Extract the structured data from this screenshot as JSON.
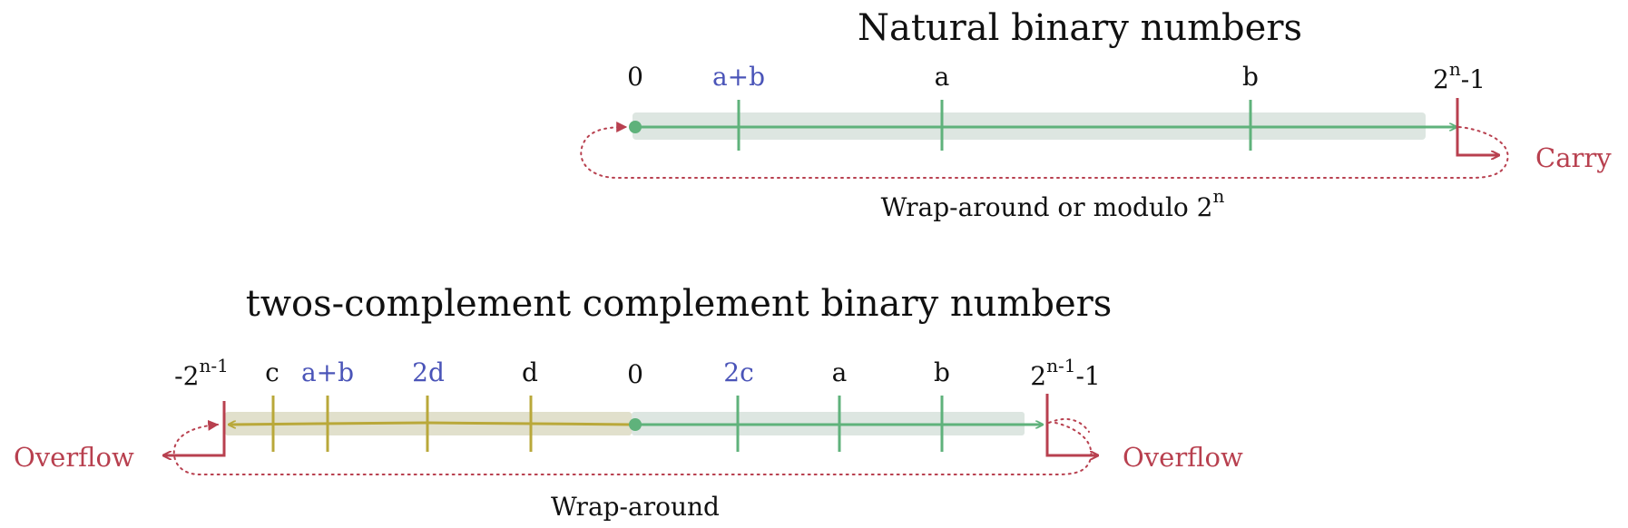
{
  "colors": {
    "green": "#5fb27b",
    "green_band": "#dde6e1",
    "olive": "#b9a83a",
    "olive_band": "#e1e0cc",
    "red": "#b8404f",
    "blue_label": "#4a54b8",
    "text": "#111111"
  },
  "natural": {
    "title": "Natural binary numbers",
    "ticks": [
      {
        "label": "0",
        "highlight": false
      },
      {
        "label": "a+b",
        "highlight": true
      },
      {
        "label": "a",
        "highlight": false
      },
      {
        "label": "b",
        "highlight": false
      }
    ],
    "max_label": {
      "base": "2",
      "exp": "n",
      "suffix": "-1"
    },
    "carry_label": "Carry",
    "wrap_label": {
      "text": "Wrap-around or modulo 2",
      "exp": "n"
    }
  },
  "twos": {
    "title": "twos-complement complement binary numbers",
    "min_label": {
      "prefix": "-2",
      "exp": "n-1"
    },
    "ticks": [
      {
        "label": "c",
        "highlight": false
      },
      {
        "label": "a+b",
        "highlight": true
      },
      {
        "label": "2d",
        "highlight": true
      },
      {
        "label": "d",
        "highlight": false
      },
      {
        "label": "0",
        "highlight": false
      },
      {
        "label": "2c",
        "highlight": true
      },
      {
        "label": "a",
        "highlight": false
      },
      {
        "label": "b",
        "highlight": false
      }
    ],
    "max_label": {
      "base": "2",
      "exp": "n-1",
      "suffix": "-1"
    },
    "overflow_left": "Overflow",
    "overflow_right": "Overflow",
    "wrap_label": "Wrap-around"
  }
}
